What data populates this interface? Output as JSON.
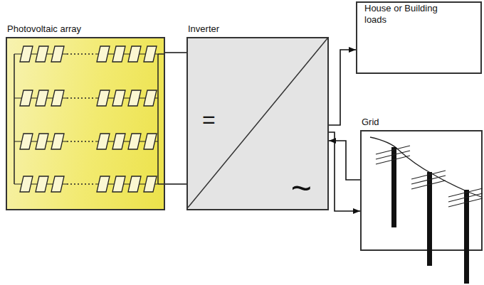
{
  "diagram": {
    "nodes": [
      {
        "text": [
          "Photovoltaic array"
        ]
      },
      {
        "text": [
          "Inverter",
          "=",
          "~"
        ]
      },
      {
        "text": [
          "House or Building loads"
        ]
      },
      {
        "text": [
          "Grid"
        ]
      }
    ],
    "edges": [
      {
        "from": 0,
        "to": 1,
        "arrow": "none"
      },
      {
        "from": 1,
        "to": 2,
        "arrow": "to"
      },
      {
        "from": 1,
        "to": 3,
        "arrow": "to"
      },
      {
        "from": 3,
        "to": 1,
        "arrow": "to"
      }
    ]
  }
}
